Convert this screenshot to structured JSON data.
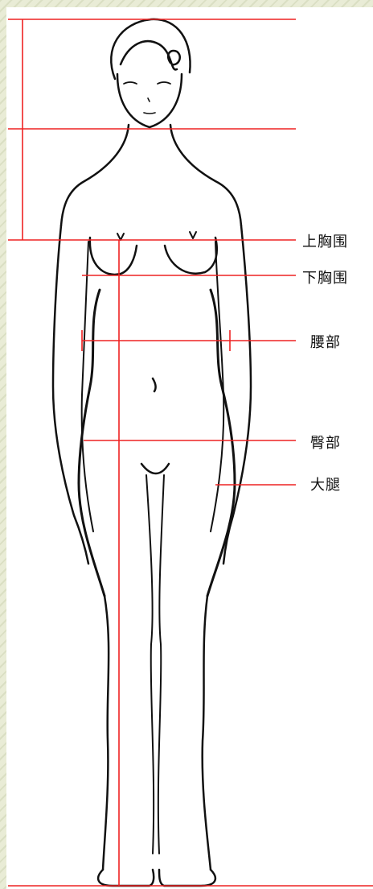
{
  "colors": {
    "background": "#e9ecd6",
    "panel": "#ffffff",
    "measure_line": "#ee2222",
    "outline": "#111111"
  },
  "labels": {
    "upper_bust": "上胸围",
    "under_bust": "下胸围",
    "waist": "腰部",
    "hip": "臀部",
    "thigh": "大腿"
  }
}
